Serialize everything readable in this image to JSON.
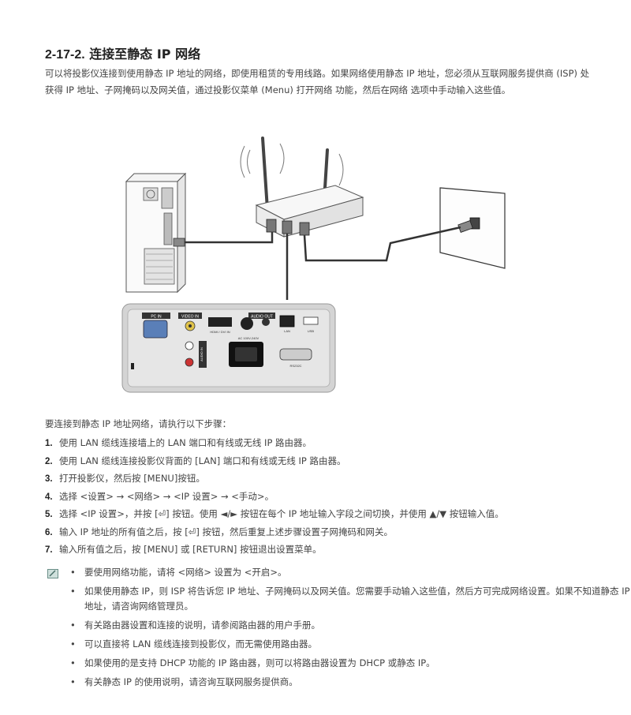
{
  "section": {
    "number": "2-17-2.",
    "title": "连接至静态 IP 网络"
  },
  "intro": "可以将投影仪连接到使用静态 IP 地址的网络，即使用租赁的专用线路。如果网络使用静态 IP 地址，您必须从互联网服务提供商 (ISP) 处获得 IP 地址、子网掩码以及网关值，通过投影仪菜单 (Menu) 打开网络 功能，然后在网络 选项中手动输入这些值。",
  "figure": {
    "panel_labels": {
      "pc_in": "PC IN",
      "video_in": "VIDEO IN",
      "hdmi": "HDMI / DVI IN",
      "audio_out": "AUDIO OUT",
      "lan": "LAN",
      "usb": "USB",
      "ac": "AC 100V-240V",
      "rs232c": "RS232C",
      "audio_in": "AUDIO IN"
    }
  },
  "lead": "要连接到静态 IP 地址网络，请执行以下步骤：",
  "steps": [
    {
      "n": "1.",
      "text": "使用 LAN 缆线连接墙上的 LAN 端口和有线或无线 IP 路由器。"
    },
    {
      "n": "2.",
      "text": "使用 LAN 缆线连接投影仪背面的 [LAN] 端口和有线或无线 IP 路由器。"
    },
    {
      "n": "3.",
      "text": "打开投影仪，然后按 [MENU]按钮。"
    },
    {
      "n": "4.",
      "text": "选择 <设置> → <网络> → <IP 设置> → <手动>。"
    },
    {
      "n": "5.",
      "text": "选择 <IP 设置>，并按 [⏎] 按钮。使用 ◄/► 按钮在每个 IP 地址输入字段之间切换，并使用 ▲/▼ 按钮输入值。"
    },
    {
      "n": "6.",
      "text": "输入 IP 地址的所有值之后，按 [⏎] 按钮，然后重复上述步骤设置子网掩码和网关。"
    },
    {
      "n": "7.",
      "text": "输入所有值之后，按 [MENU] 或 [RETURN] 按钮退出设置菜单。"
    }
  ],
  "notes": [
    "要使用网络功能，请将 <网络> 设置为 <开启>。",
    "如果使用静态 IP，则 ISP 将告诉您 IP 地址、子网掩码以及网关值。您需要手动输入这些值，然后方可完成网络设置。如果不知道静态 IP 地址，请咨询网络管理员。",
    "有关路由器设置和连接的说明，请参阅路由器的用户手册。",
    "可以直接将 LAN 缆线连接到投影仪，而无需使用路由器。",
    "如果使用的是支持 DHCP 功能的 IP 路由器，则可以将路由器设置为 DHCP 或静态 IP。",
    "有关静态 IP 的使用说明，请咨询互联网服务提供商。"
  ]
}
